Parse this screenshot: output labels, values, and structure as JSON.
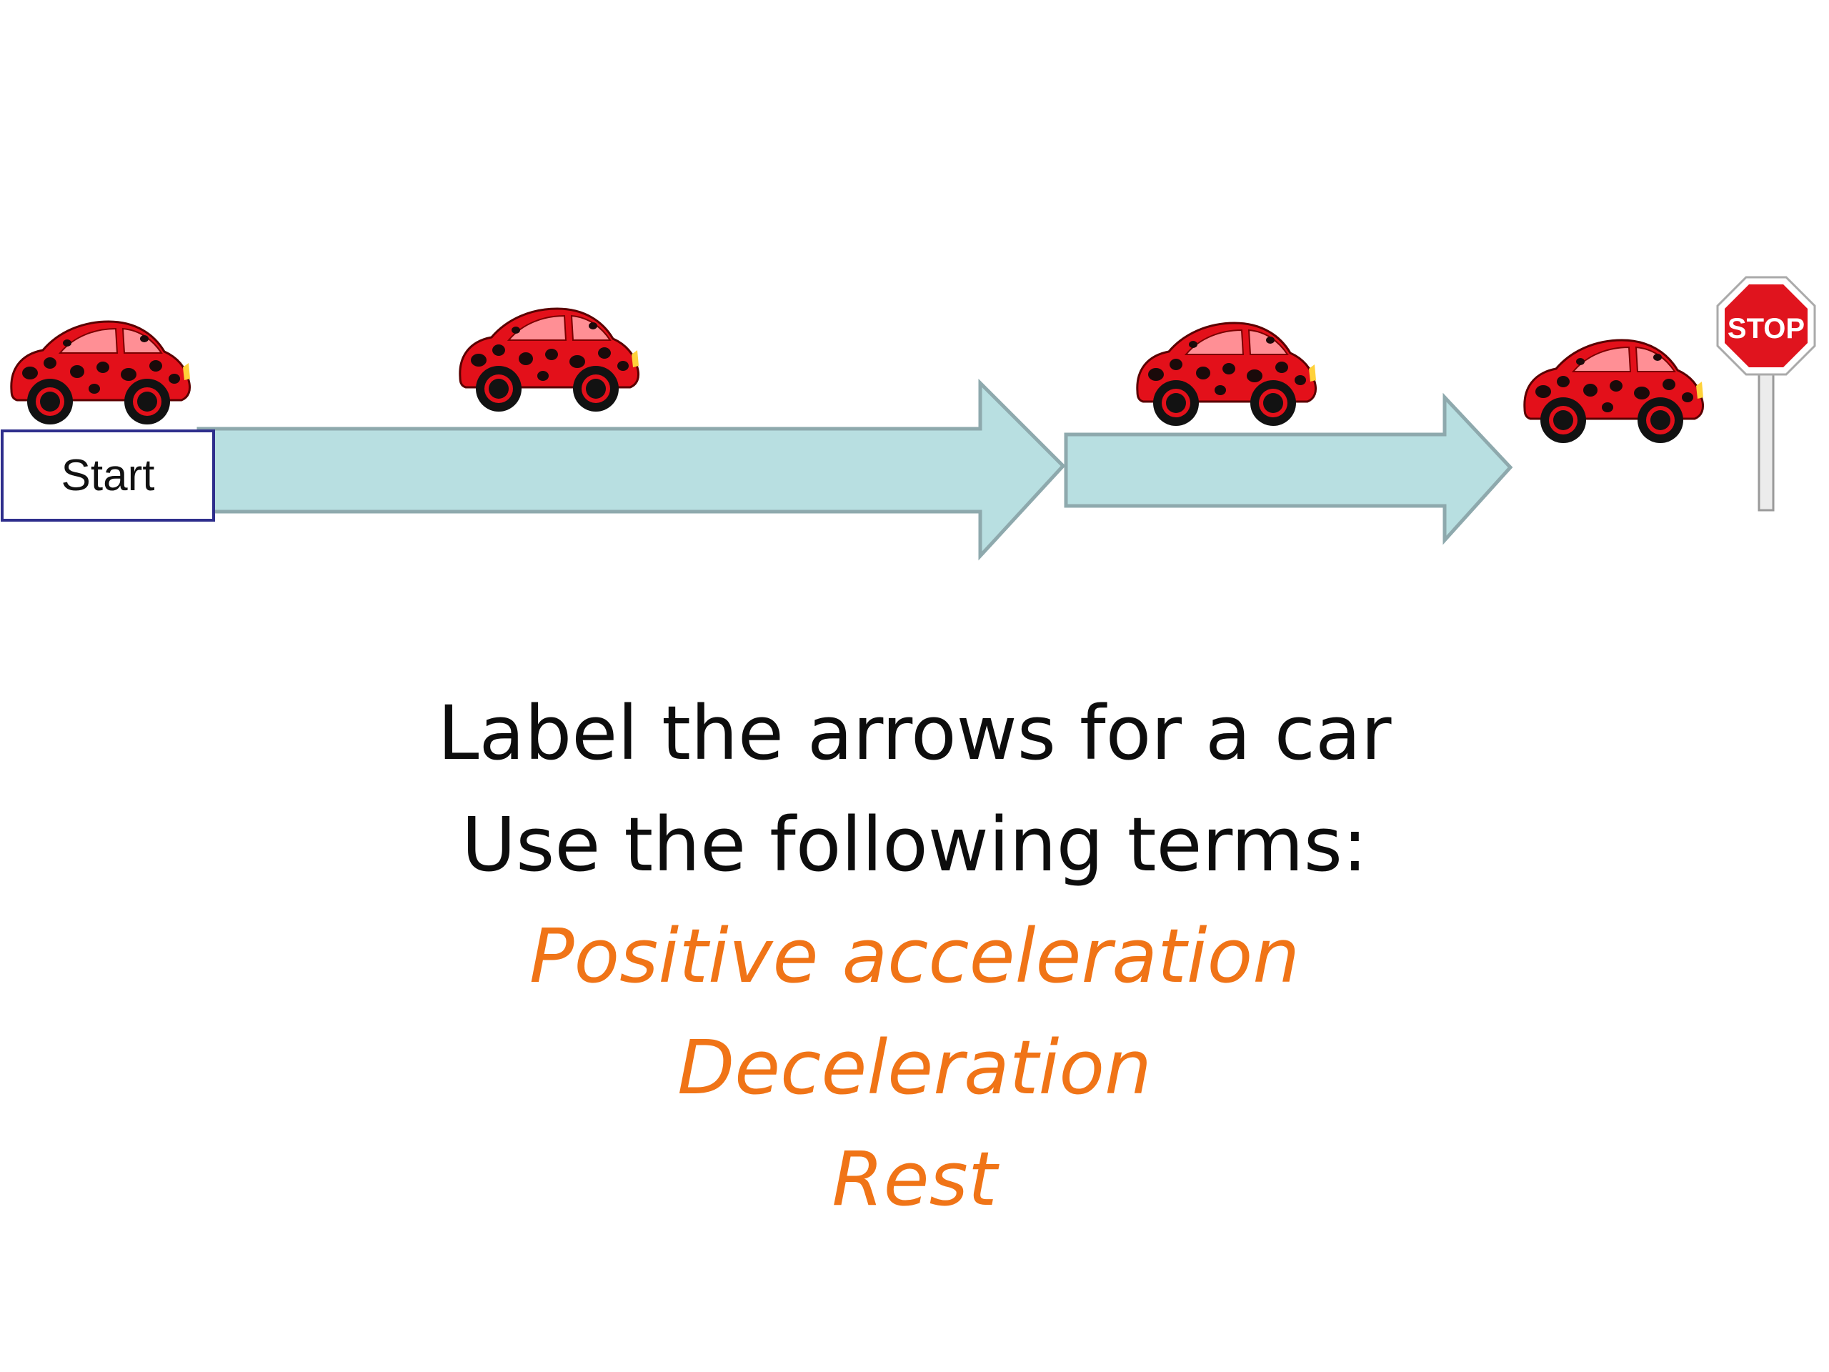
{
  "start_label": "Start",
  "stop_sign_text": "STOP",
  "instructions": {
    "line1": "Label the arrows for a car",
    "line2": "Use the following terms:"
  },
  "terms": [
    "Positive acceleration",
    "Deceleration",
    "Rest"
  ],
  "colors": {
    "arrow_fill": "#b8dfe1",
    "arrow_stroke": "#8ea9ad",
    "car_body": "#e3101a",
    "car_spots": "#1a0a0a",
    "term_text": "#f07417",
    "stop_red": "#e0141e",
    "start_border": "#2e2e8c"
  },
  "icons": [
    "ladybug-car-icon",
    "stop-sign-icon"
  ]
}
